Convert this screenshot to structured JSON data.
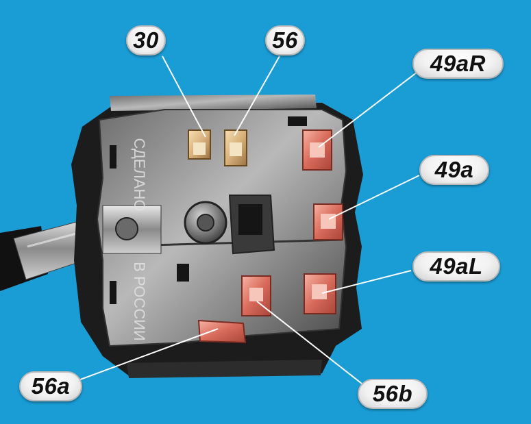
{
  "labels": {
    "pin_30": "30",
    "pin_56": "56",
    "pin_49aR": "49aR",
    "pin_49a": "49a",
    "pin_49aL": "49aL",
    "pin_56a": "56a",
    "pin_56b": "56b"
  },
  "housing_text": {
    "made": "СДЕЛАНО",
    "in_russia": "В РОССИИ"
  },
  "colors": {
    "background": "#1a9cd4",
    "terminal_copper": "#e07a6a",
    "terminal_brass": "#d8b07a",
    "housing": "#1c1c1c",
    "leader_line": "#ffffff"
  }
}
